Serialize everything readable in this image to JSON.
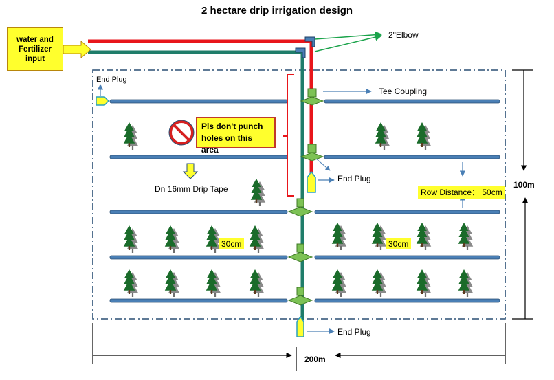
{
  "title": "2 hectare drip irrigation design",
  "input_label": "water and\nFertilizer\ninput",
  "labels": {
    "elbow": "2\"Elbow",
    "end_plug_top_left": "End Plug",
    "tee_coupling": "Tee Coupling",
    "warning": "Pls don't punch\nholes on this area",
    "drip_tape": "Dn 16mm Drip Tape",
    "end_plug_middle": "End Plug",
    "end_plug_bottom": "End Plug",
    "row_distance": "Row Distance： 50cm",
    "spacing_left": "30cm",
    "spacing_right": "30cm",
    "height_dim": "100m",
    "width_dim": "200m"
  },
  "colors": {
    "main_pipe_red": "#e8161b",
    "main_pipe_green": "#1f7d6a",
    "lateral_pipe": "#4a7fb5",
    "fitting_green": "#7dc255",
    "plug_yellow": "#ffff2d",
    "tree": "#1a6b2a",
    "tree_shadow": "#8a8a8a"
  }
}
